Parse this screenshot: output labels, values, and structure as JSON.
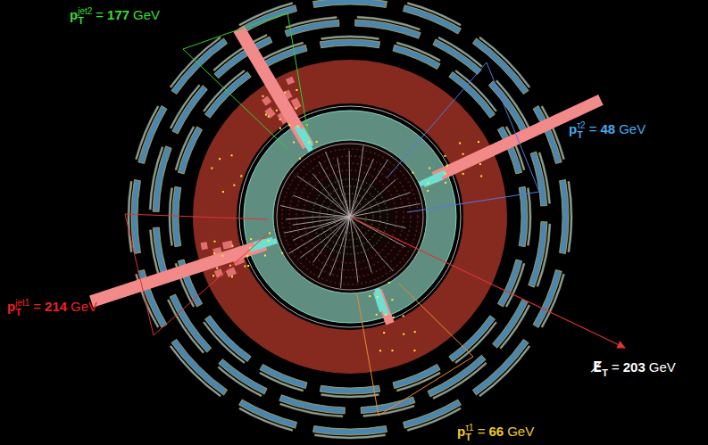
{
  "diagram": {
    "labels": [
      "p",
      "jet2",
      "T",
      "=",
      "177",
      "GeV",
      "p",
      "τ2",
      "T",
      "=",
      "48",
      "GeV",
      "p",
      "jet1",
      "T",
      "=",
      "214",
      "GeV",
      "E̸",
      "T",
      "=",
      "203",
      "GeV",
      "p",
      "τ1",
      "T",
      "=",
      "66",
      "GeV"
    ]
  }
}
